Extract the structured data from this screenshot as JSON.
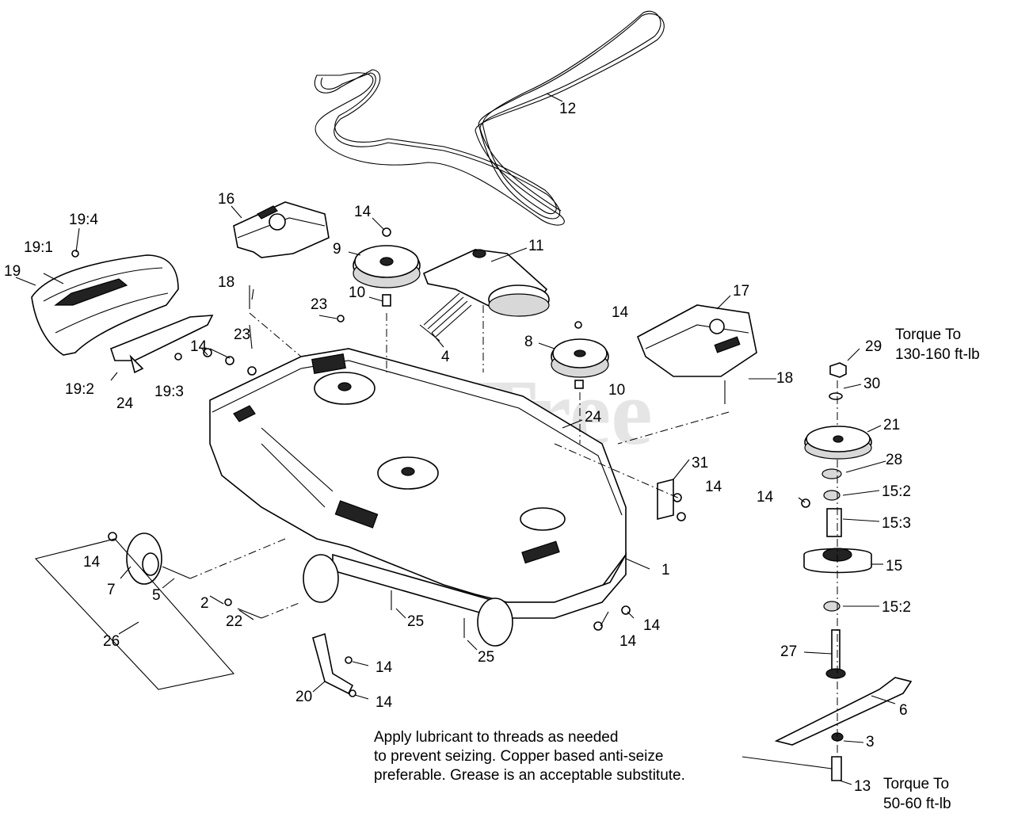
{
  "watermark": "PartsTree",
  "notes": {
    "torque_top_line1": "Torque To",
    "torque_top_line2": "130-160 ft-lb",
    "torque_bottom_line1": "Torque To",
    "torque_bottom_line2": "50-60 ft-lb",
    "lubricant_line1": "Apply lubricant to threads as needed",
    "lubricant_line2": "to prevent seizing. Copper based anti-seize",
    "lubricant_line3": "preferable. Grease is an acceptable substitute."
  },
  "callouts": [
    "12",
    "16",
    "14",
    "9",
    "11",
    "19:4",
    "19:1",
    "19",
    "18",
    "23",
    "10",
    "4",
    "8",
    "17",
    "29",
    "30",
    "21",
    "28",
    "15:2",
    "15:3",
    "15",
    "1",
    "7",
    "5",
    "2",
    "22",
    "26",
    "25",
    "20",
    "27",
    "6",
    "3",
    "13",
    "24",
    "19:2",
    "19:3",
    "31"
  ]
}
